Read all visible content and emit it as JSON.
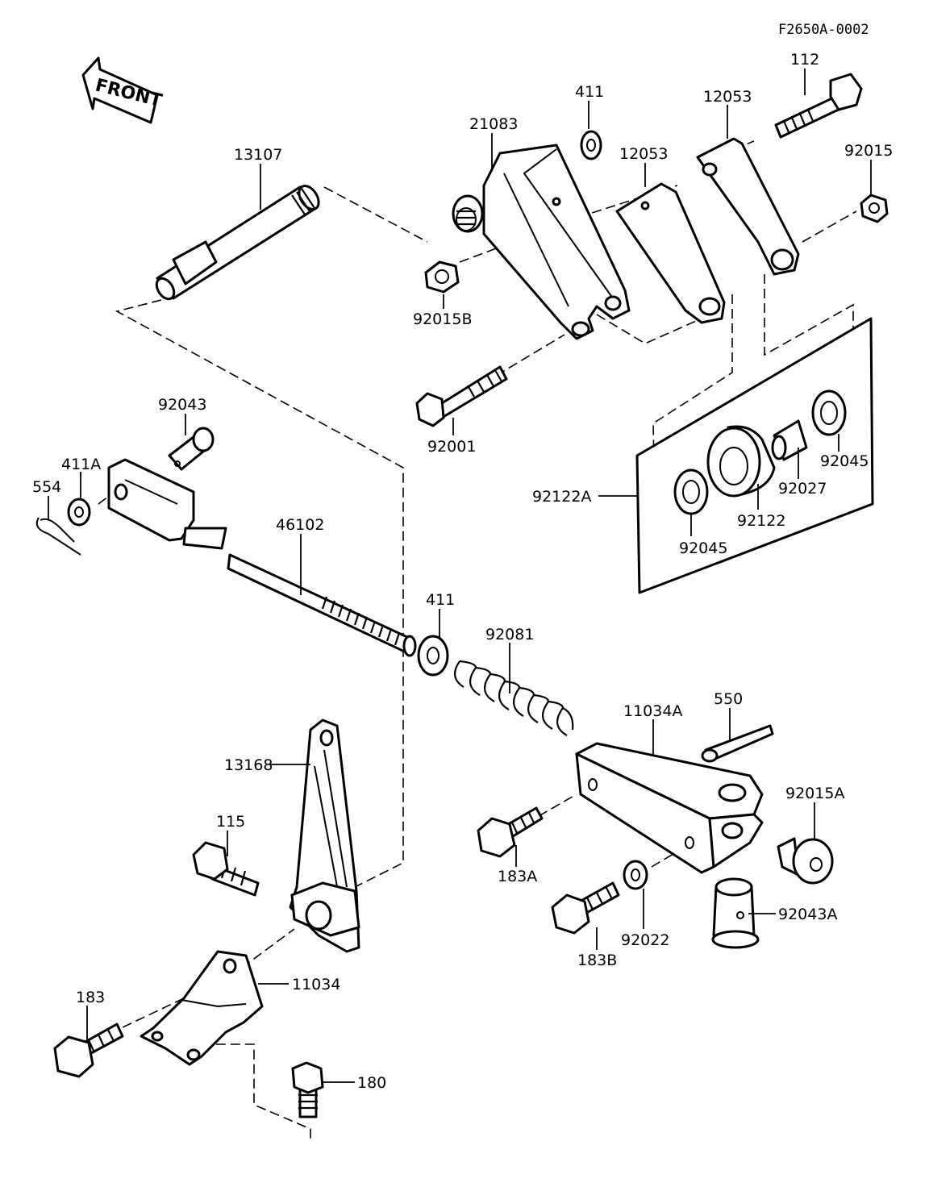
{
  "figure_code": "F2650A-0002",
  "front_label": "FRONT",
  "parts": {
    "p13107": "13107",
    "p21083": "21083",
    "p411_top": "411",
    "p12053_a": "12053",
    "p12053_b": "12053",
    "p112": "112",
    "p92015": "92015",
    "p92015B": "92015B",
    "p92001": "92001",
    "p92043": "92043",
    "p411A": "411A",
    "p554": "554",
    "p46102": "46102",
    "p92122A": "92122A",
    "p92045_right": "92045",
    "p92027": "92027",
    "p92122": "92122",
    "p92045_bottom": "92045",
    "p411_mid": "411",
    "p92081": "92081",
    "p11034A": "11034A",
    "p550": "550",
    "p13168": "13168",
    "p115": "115",
    "p92015A": "92015A",
    "p183A": "183A",
    "p92043A": "92043A",
    "p92022": "92022",
    "p183B": "183B",
    "p183": "183",
    "p11034": "11034",
    "p180": "180"
  }
}
